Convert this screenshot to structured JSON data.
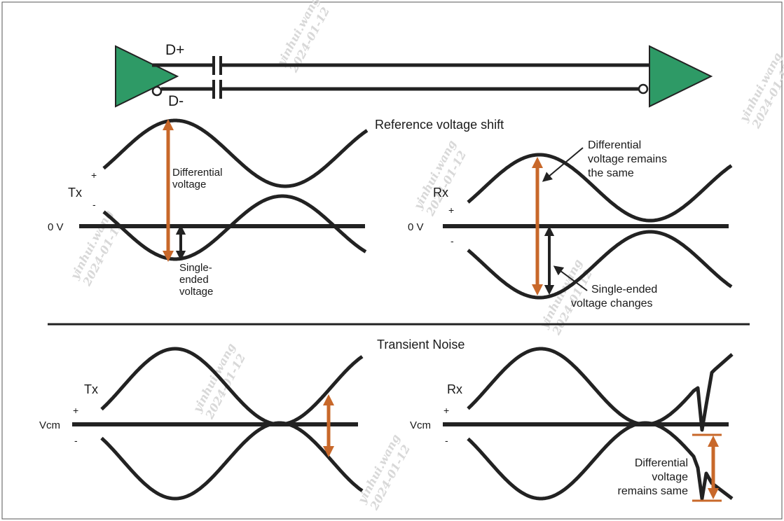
{
  "colors": {
    "buffer_fill": "#2e9a66",
    "arrow_orange": "#c8682a",
    "ink": "#222222",
    "frame": "#555555"
  },
  "watermark": [
    "yinhui.wang",
    "2024-01-12"
  ],
  "top_diagram": {
    "d_plus": "D+",
    "d_minus": "D-"
  },
  "section1": {
    "title": "Reference voltage shift",
    "tx": {
      "label": "Tx",
      "plus": "+",
      "minus": "-",
      "zero": "0 V",
      "diff_label": [
        "Differential",
        "voltage"
      ],
      "se_label": [
        "Single-",
        "ended",
        "voltage"
      ]
    },
    "rx": {
      "label": "Rx",
      "plus": "+",
      "minus": "-",
      "zero": "0 V",
      "diff_label": [
        "Differential",
        "voltage remains",
        "the same"
      ],
      "se_label": [
        "Single-ended",
        "voltage changes"
      ]
    }
  },
  "section2": {
    "title": "Transient Noise",
    "tx": {
      "label": "Tx",
      "plus": "+",
      "minus": "-",
      "vcm": "Vcm"
    },
    "rx": {
      "label": "Rx",
      "plus": "+",
      "minus": "-",
      "vcm": "Vcm",
      "diff_label": [
        "Differential",
        "voltage",
        "remains same"
      ]
    }
  }
}
